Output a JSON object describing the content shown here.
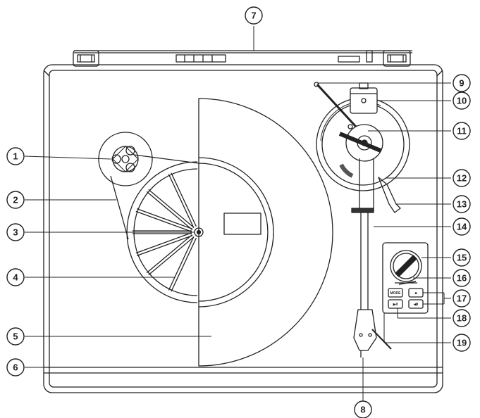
{
  "colors": {
    "line": "#222222",
    "background": "#ffffff",
    "fill_light": "#f2f2f2",
    "fill_dark": "#333333"
  },
  "callouts": [
    {
      "number": "1"
    },
    {
      "number": "2"
    },
    {
      "number": "3"
    },
    {
      "number": "4"
    },
    {
      "number": "5"
    },
    {
      "number": "6"
    },
    {
      "number": "7"
    },
    {
      "number": "8"
    },
    {
      "number": "9"
    },
    {
      "number": "10"
    },
    {
      "number": "11"
    },
    {
      "number": "12"
    },
    {
      "number": "13"
    },
    {
      "number": "14"
    },
    {
      "number": "15"
    },
    {
      "number": "16"
    },
    {
      "number": "17"
    },
    {
      "number": "18"
    },
    {
      "number": "19"
    }
  ],
  "controls": {
    "speed_small_label": "",
    "button_mode": "MODE",
    "button_stop": "■",
    "button_play": "▶II",
    "button_skip": "◀II"
  }
}
